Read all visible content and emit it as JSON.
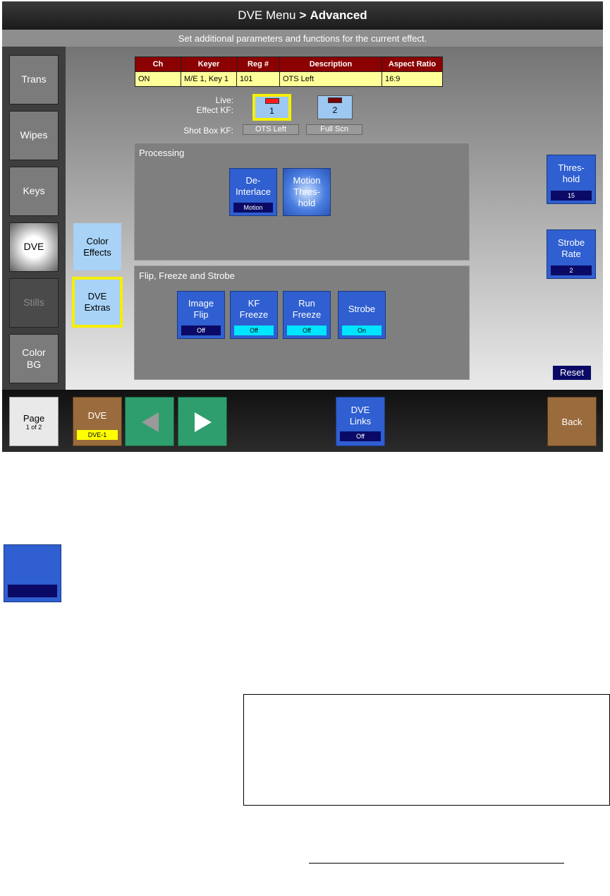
{
  "header": {
    "menu": "DVE Menu",
    "arrow": ">",
    "section": "Advanced"
  },
  "subtitle": "Set additional parameters and functions for the current effect.",
  "sidebar": {
    "items": [
      {
        "label": "Trans"
      },
      {
        "label": "Wipes"
      },
      {
        "label": "Keys"
      },
      {
        "label": "DVE",
        "state": "active"
      },
      {
        "label": "Stills",
        "state": "disabled"
      },
      {
        "label": "Color BG"
      }
    ]
  },
  "info_table": {
    "headers": [
      "Ch",
      "Keyer",
      "Reg #",
      "Description",
      "Aspect Ratio"
    ],
    "row": [
      "ON",
      "M/E 1, Key 1",
      "101",
      "OTS Left",
      "16:9"
    ]
  },
  "keyframes": {
    "live_label": "Live:",
    "effect_label": "Effect KF:",
    "kf1": "1",
    "kf2": "2",
    "shotbox_label": "Shot Box KF:",
    "shot1": "OTS Left",
    "shot2": "Full Scn"
  },
  "side_buttons": {
    "color_effects": "Color Effects",
    "dve_extras": "DVE Extras"
  },
  "processing": {
    "title": "Processing",
    "deinterlace": {
      "label": "De-Interlace",
      "value": "Motion"
    },
    "motion_threshold": {
      "label": "Motion Thres-hold"
    }
  },
  "flip": {
    "title": "Flip, Freeze and Strobe",
    "image_flip": {
      "label": "Image Flip",
      "value": "Off"
    },
    "kf_freeze": {
      "label": "KF Freeze",
      "value": "Off"
    },
    "run_freeze": {
      "label": "Run Freeze",
      "value": "Off"
    },
    "strobe": {
      "label": "Strobe",
      "value": "On"
    }
  },
  "right_buttons": {
    "threshold": {
      "label": "Thres-hold",
      "value": "15"
    },
    "strobe_rate": {
      "label": "Strobe Rate",
      "value": "2"
    },
    "reset": "Reset"
  },
  "bottom": {
    "page": {
      "label": "Page",
      "sub": "1 of 2"
    },
    "dve": {
      "label": "DVE",
      "value": "DVE-1"
    },
    "dve_links": {
      "label": "DVE Links",
      "value": "Off"
    },
    "back": "Back"
  },
  "icons": {
    "prev": "left-arrow-icon",
    "next": "right-arrow-icon"
  },
  "colors": {
    "button_blue": "#2f5fd0",
    "value_navy": "#0a0a66",
    "value_cyan": "#00e5ff",
    "highlight_yellow": "#f5f000",
    "table_header": "#8b0000",
    "table_row": "#ffff99",
    "brown": "#9a6b3c",
    "green": "#2f9e6e"
  }
}
